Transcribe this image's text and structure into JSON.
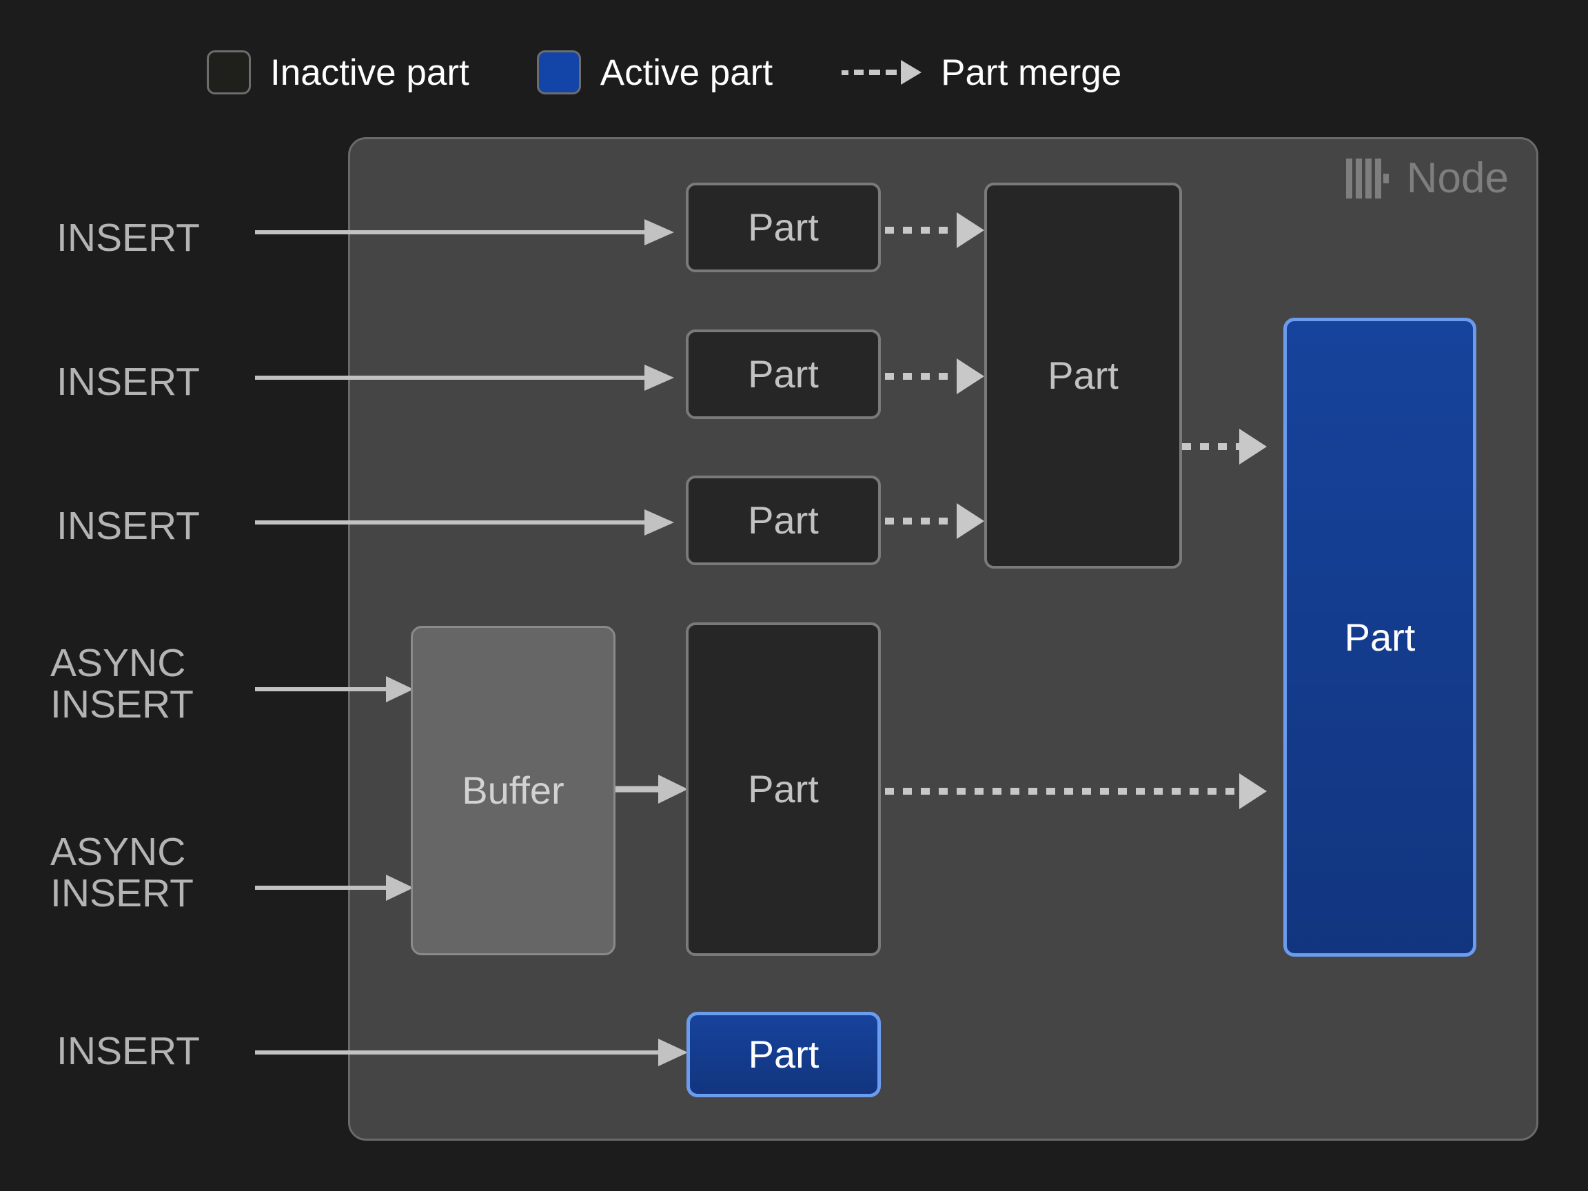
{
  "legend": {
    "items": [
      {
        "icon": "inactive-part-swatch",
        "label": "Inactive part",
        "color": "#1f1f1c"
      },
      {
        "icon": "active-part-swatch",
        "label": "Active part",
        "color": "#1344a8"
      },
      {
        "icon": "dashed-arrow-icon",
        "label": "Part merge",
        "color": "#c8c8c8"
      }
    ]
  },
  "node": {
    "label": "Node",
    "logo_icon": "clickhouse-logo-icon",
    "background": "#454545",
    "border": "#6a6a6a"
  },
  "edge_labels": [
    {
      "id": "insert-1",
      "text": "INSERT"
    },
    {
      "id": "insert-2",
      "text": "INSERT"
    },
    {
      "id": "insert-3",
      "text": "INSERT"
    },
    {
      "id": "async-insert-1",
      "text": "ASYNC\nINSERT"
    },
    {
      "id": "async-insert-2",
      "text": "ASYNC\nINSERT"
    },
    {
      "id": "insert-4",
      "text": "INSERT"
    }
  ],
  "boxes": [
    {
      "id": "part-row-1",
      "label": "Part",
      "state": "inactive"
    },
    {
      "id": "part-row-2",
      "label": "Part",
      "state": "inactive"
    },
    {
      "id": "part-row-3",
      "label": "Part",
      "state": "inactive"
    },
    {
      "id": "part-merged",
      "label": "Part",
      "state": "inactive"
    },
    {
      "id": "buffer",
      "label": "Buffer",
      "state": "buffer"
    },
    {
      "id": "part-from-buffer",
      "label": "Part",
      "state": "inactive"
    },
    {
      "id": "part-final",
      "label": "Part",
      "state": "active"
    },
    {
      "id": "part-insert-direct",
      "label": "Part",
      "state": "active"
    }
  ],
  "colors": {
    "page_background": "#1c1c1c",
    "node_fill": "#454545",
    "inactive_fill": "#262626",
    "inactive_border": "#7a7a7a",
    "buffer_fill": "#666666",
    "active_fill": "#143f94",
    "active_border": "#6b9ced",
    "line": "#c2c2c2",
    "text": "#b4b4b4",
    "legend_text": "#ffffff",
    "node_label_text": "#7e7e7e"
  }
}
